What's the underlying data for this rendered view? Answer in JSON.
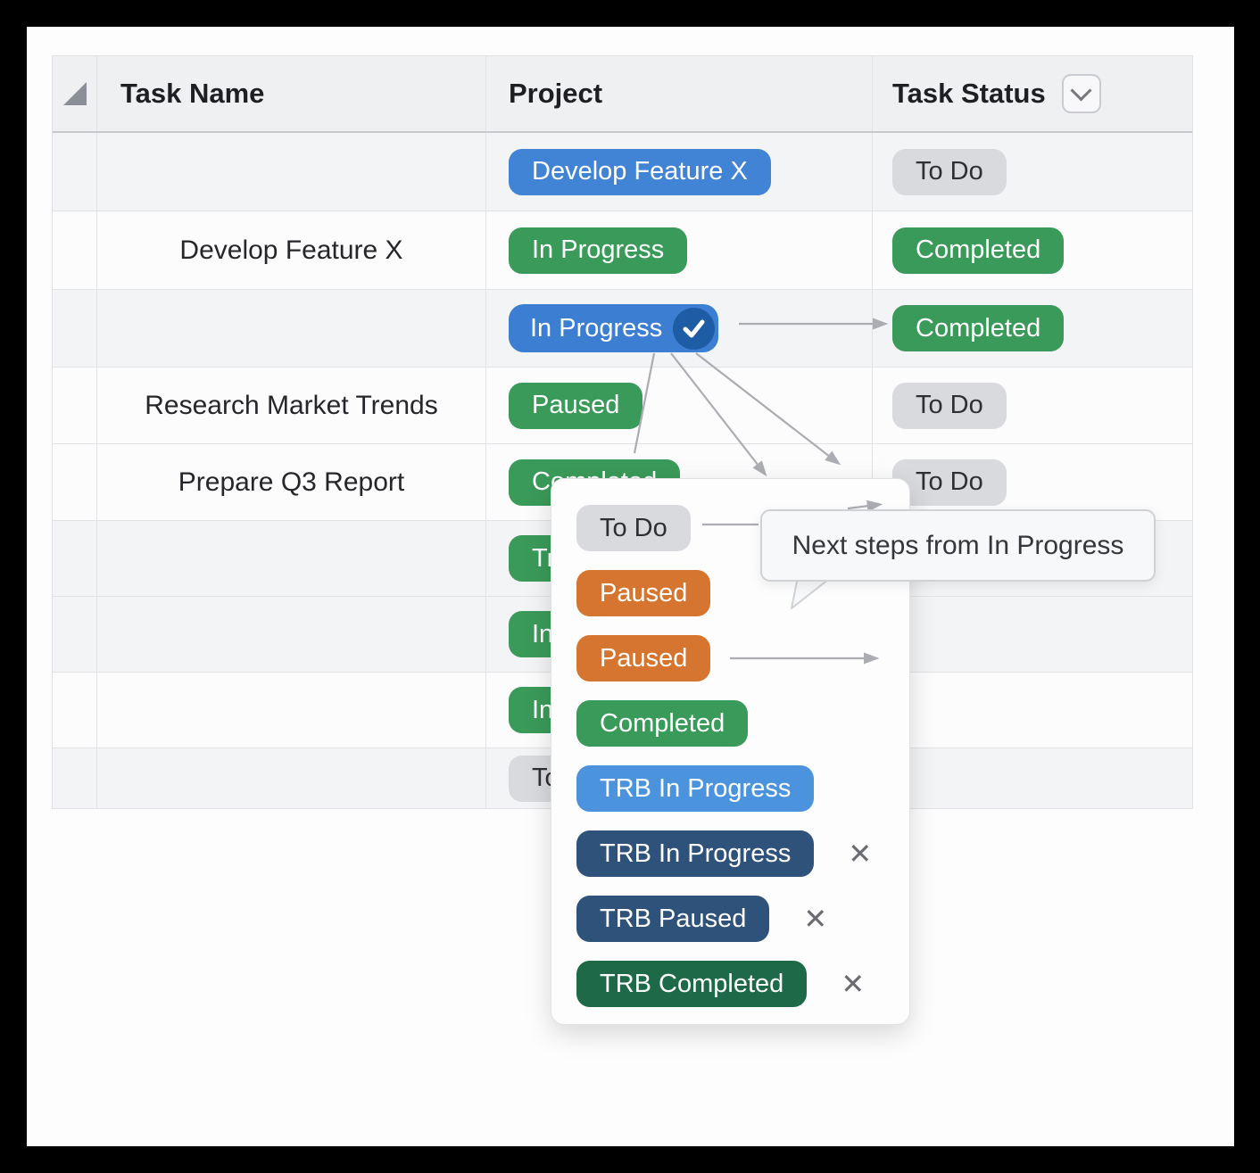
{
  "table": {
    "columns": [
      {
        "label": ""
      },
      {
        "label": "Task Name"
      },
      {
        "label": "Project"
      },
      {
        "label": "Task Status"
      }
    ],
    "rows": [
      {
        "task_name": "",
        "project": {
          "label": "Develop Feature X",
          "color": "blue"
        },
        "status": {
          "label": "To Do",
          "color": "gray"
        }
      },
      {
        "task_name": "Develop Feature X",
        "project": {
          "label": "In Progress",
          "color": "green"
        },
        "status": {
          "label": "Completed",
          "color": "green"
        }
      },
      {
        "task_name": "",
        "project": {
          "label": "In Progress",
          "color": "blue",
          "selected": true
        },
        "status": {
          "label": "Completed",
          "color": "green"
        }
      },
      {
        "task_name": "Research Market Trends",
        "project": {
          "label": "Paused",
          "color": "green"
        },
        "status": {
          "label": "To Do",
          "color": "gray"
        }
      },
      {
        "task_name": "Prepare Q3 Report",
        "project": {
          "label": "Completed",
          "color": "green"
        },
        "status": {
          "label": "To Do",
          "color": "gray"
        }
      },
      {
        "task_name": "",
        "project": {
          "label": "Tr",
          "color": "green",
          "truncated": true
        },
        "status": {
          "label": "",
          "color": ""
        }
      },
      {
        "task_name": "",
        "project": {
          "label": "In",
          "color": "green",
          "truncated": true
        },
        "status": {
          "label": "",
          "color": ""
        }
      },
      {
        "task_name": "",
        "project": {
          "label": "In",
          "color": "green",
          "truncated": true
        },
        "status": {
          "label": "",
          "color": ""
        }
      },
      {
        "task_name": "",
        "project": {
          "label": "To",
          "color": "gray",
          "truncated": true
        },
        "status": {
          "label": "",
          "color": ""
        }
      }
    ]
  },
  "popup": {
    "remove_glyph": "✕",
    "items": [
      {
        "label": "To Do",
        "color": "gray",
        "removable": false
      },
      {
        "label": "Paused",
        "color": "orange",
        "removable": false
      },
      {
        "label": "Paused",
        "color": "orange",
        "removable": false
      },
      {
        "label": "Completed",
        "color": "green",
        "removable": false
      },
      {
        "label": "TRB In Progress",
        "color": "light-blue",
        "removable": false
      },
      {
        "label": "TRB In Progress",
        "color": "navy",
        "removable": true
      },
      {
        "label": "TRB Paused",
        "color": "navy",
        "removable": true
      },
      {
        "label": "TRB Completed",
        "color": "dark-green",
        "removable": true
      }
    ]
  },
  "tooltip": {
    "text": "Next steps from In Progress"
  },
  "colors": {
    "blue": "#4184d5",
    "selected_blue": "#3b7ed2",
    "check_circle": "#1f5ca6",
    "green": "#3a9a59",
    "gray_pill": "#d9dade",
    "orange": "#d5752f",
    "light_blue": "#4c93dd",
    "navy": "#2f527b",
    "dark_green": "#1e6a48",
    "arrow": "#abadb2"
  }
}
